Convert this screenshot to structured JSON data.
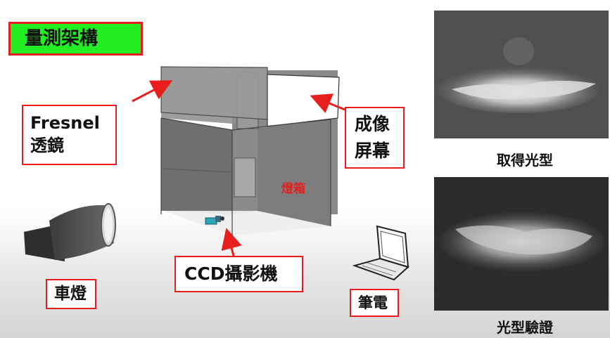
{
  "title": "量測架構",
  "labels": {
    "fresnel_line1": "Fresnel",
    "fresnel_line2": "透鏡",
    "screen_line1": "成像",
    "screen_line2": "屏幕",
    "lightbox": "燈箱",
    "ccd": "CCD攝影機",
    "lamp": "車燈",
    "laptop": "筆電"
  },
  "captions": {
    "obtain": "取得光型",
    "verify": "光型驗證"
  },
  "colors": {
    "title_bg": "#22ee22",
    "border_red": "#e81e1e",
    "arrow_red": "#e81e1e",
    "box_wall": "#707070",
    "box_wall_dark": "#5a5a5a",
    "camera": "#2aa6b8"
  },
  "icons": [
    "headlamp-icon",
    "laptop-icon",
    "ccd-camera-icon"
  ]
}
